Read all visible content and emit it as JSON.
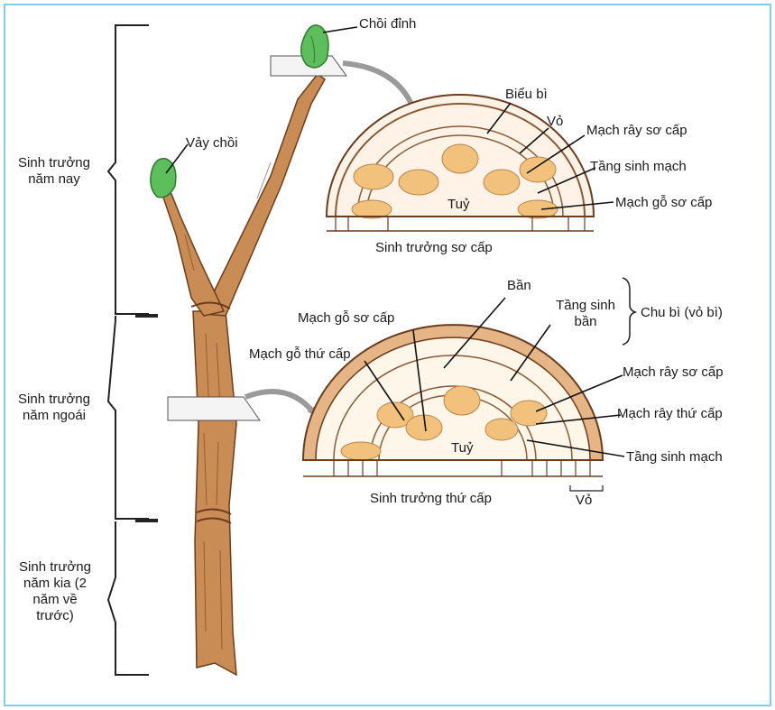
{
  "stages": {
    "this_year": "Sinh trưởng năm nay",
    "last_year": "Sinh trưởng năm ngoái",
    "two_years": "Sinh trưởng năm kia (2 năm về trước)"
  },
  "shoot": {
    "apical_bud": "Chồi đỉnh",
    "bud_scale": "Vảy chồi"
  },
  "primary": {
    "epidermis": "Biểu bì",
    "cortex": "Vỏ",
    "primary_phloem": "Mạch rây sơ cấp",
    "cambium": "Tầng sinh mạch",
    "primary_xylem": "Mạch gỗ sơ cấp",
    "pith": "Tuỷ",
    "caption": "Sinh trưởng sơ cấp"
  },
  "secondary": {
    "cork": "Bần",
    "cork_cambium": "Tầng sinh bần",
    "periderm": "Chu bì (vỏ bì)",
    "primary_xylem": "Mạch gỗ sơ cấp",
    "secondary_xylem": "Mạch gỗ thứ cấp",
    "primary_phloem": "Mạch rây sơ cấp",
    "secondary_phloem": "Mạch rây thứ cấp",
    "cambium": "Tầng sinh mạch",
    "pith": "Tuỷ",
    "bark": "Vỏ",
    "caption": "Sinh trưởng thứ cấp"
  },
  "colors": {
    "frame": "#7fd0ea",
    "stem": "#c98c55",
    "bud": "#5cbf5c",
    "phloem": "#f2c27c",
    "cork": "#e5b585"
  }
}
